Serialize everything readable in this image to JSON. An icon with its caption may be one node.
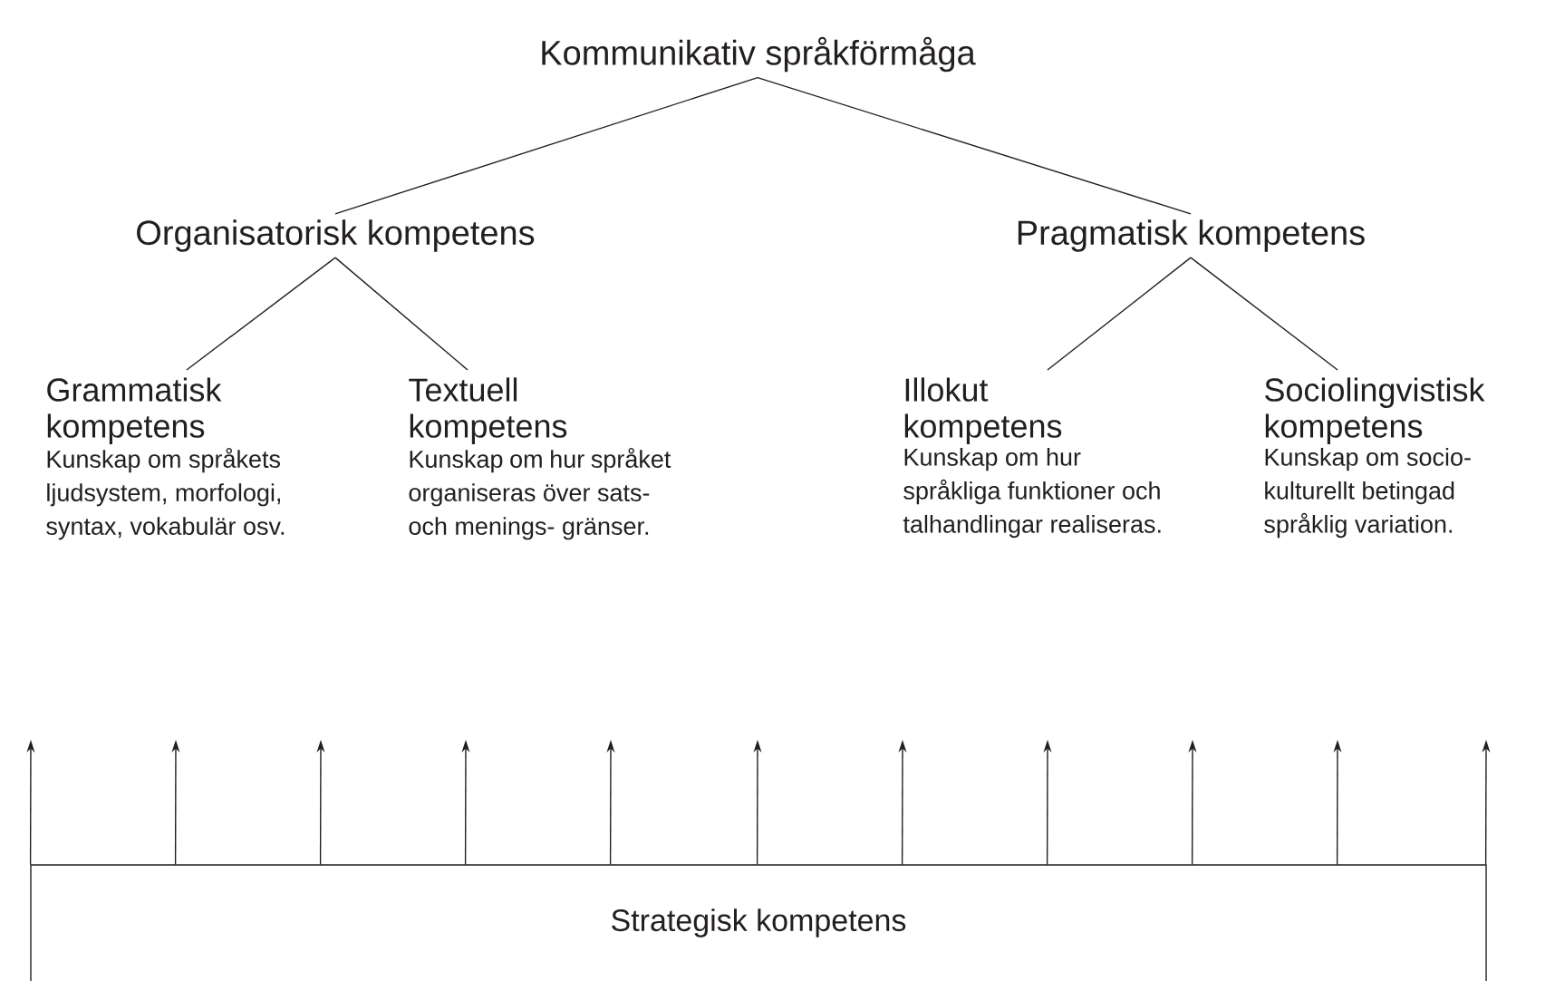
{
  "diagram": {
    "nodes": [
      {
        "text": [
          "Kommunikativ språkförmåga"
        ]
      },
      {
        "text": [
          "Organisatorisk kompetens"
        ]
      },
      {
        "text": [
          "Pragmatisk kompetens"
        ]
      },
      {
        "text": [
          "Grammatisk kompetens",
          "Kunskap om språkets ljudsystem, morfologi, syntax, vokabulär osv."
        ]
      },
      {
        "text": [
          "Textuell kompetens",
          "Kunskap om hur språket organiseras över sats- och menings- gränser."
        ]
      },
      {
        "text": [
          "Illokut kompetens",
          "Kunskap om hur språkliga funktioner och talhandlingar realiseras."
        ]
      },
      {
        "text": [
          "Sociolingvistisk kompetens",
          "Kunskap om socio- kulturellt betingad språklig variation."
        ]
      },
      {
        "text": [
          "Strategisk kompetens"
        ]
      }
    ],
    "edges": [
      {
        "from": 0,
        "to": 1,
        "arrow": "none"
      },
      {
        "from": 0,
        "to": 2,
        "arrow": "none"
      },
      {
        "from": 1,
        "to": 3,
        "arrow": "none"
      },
      {
        "from": 1,
        "to": 4,
        "arrow": "none"
      },
      {
        "from": 2,
        "to": 5,
        "arrow": "none"
      },
      {
        "from": 2,
        "to": 6,
        "arrow": "none"
      },
      {
        "from": 7,
        "to": null,
        "arrow": "to"
      },
      {
        "from": 7,
        "to": null,
        "arrow": "to"
      },
      {
        "from": 7,
        "to": null,
        "arrow": "to"
      },
      {
        "from": 7,
        "to": null,
        "arrow": "to"
      },
      {
        "from": 7,
        "to": null,
        "arrow": "to"
      },
      {
        "from": 7,
        "to": null,
        "arrow": "to"
      },
      {
        "from": 7,
        "to": null,
        "arrow": "to"
      },
      {
        "from": 7,
        "to": null,
        "arrow": "to"
      },
      {
        "from": 7,
        "to": null,
        "arrow": "to"
      },
      {
        "from": 7,
        "to": null,
        "arrow": "to"
      },
      {
        "from": 7,
        "to": null,
        "arrow": "to"
      }
    ]
  }
}
